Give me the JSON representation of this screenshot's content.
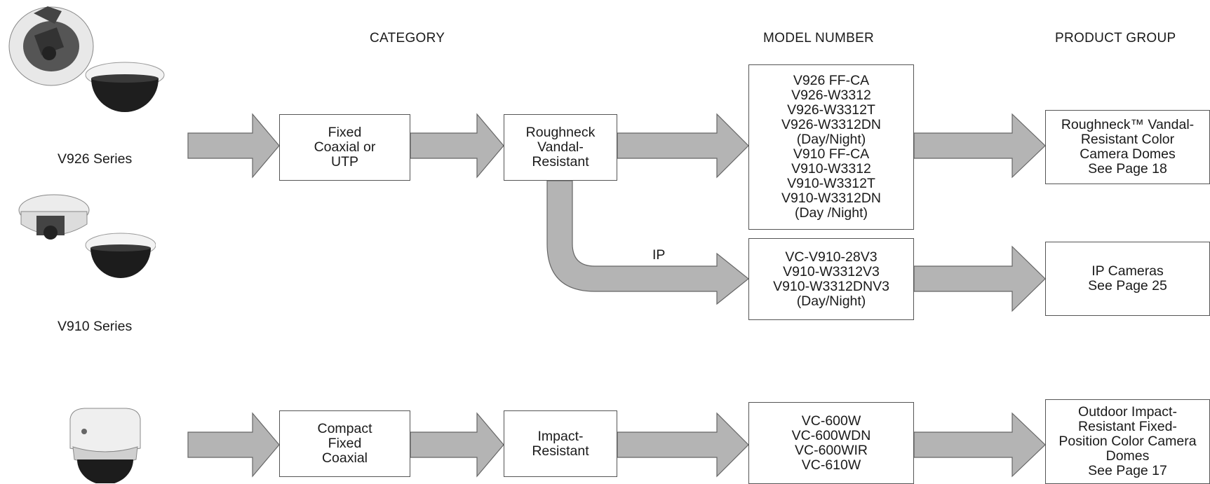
{
  "headers": {
    "category": "CATEGORY",
    "model_number": "MODEL NUMBER",
    "product_group": "PRODUCT GROUP"
  },
  "series": {
    "v926": "V926 Series",
    "v910": "V910 Series"
  },
  "ip_label": "IP",
  "row1": {
    "category": [
      "Fixed",
      "Coaxial or",
      "UTP"
    ],
    "type": [
      "Roughneck",
      "Vandal-",
      "Resistant"
    ],
    "models": [
      "V926 FF-CA",
      "V926-W3312",
      "V926-W3312T",
      "V926-W3312DN",
      "(Day/Night)",
      "V910 FF-CA",
      "V910-W3312",
      "V910-W3312T",
      "V910-W3312DN",
      "(Day /Night)"
    ],
    "group": [
      "Roughneck™ Vandal-",
      "Resistant Color",
      "Camera Domes",
      "See Page 18"
    ]
  },
  "row_ip": {
    "models": [
      "VC-V910-28V3",
      "V910-W3312V3",
      "V910-W3312DNV3",
      "(Day/Night)"
    ],
    "group": [
      "IP Cameras",
      "See Page 25"
    ]
  },
  "row2": {
    "category": [
      "Compact",
      "Fixed",
      "Coaxial"
    ],
    "type": [
      "Impact-",
      "Resistant"
    ],
    "models": [
      "VC-600W",
      "VC-600WDN",
      "VC-600WIR",
      "VC-610W"
    ],
    "group": [
      "Outdoor Impact-",
      "Resistant Fixed-",
      "Position Color Camera",
      "Domes",
      "See Page 17"
    ]
  }
}
